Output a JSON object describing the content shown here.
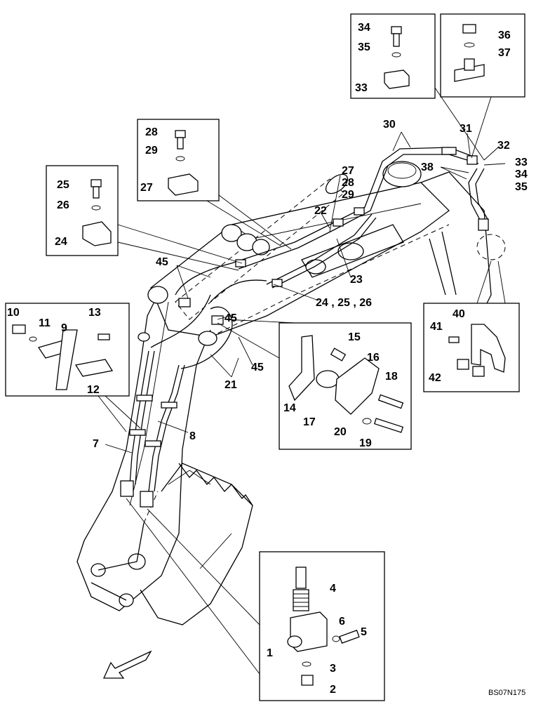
{
  "figure": {
    "part_numbers": [
      "1",
      "2",
      "3",
      "4",
      "5",
      "6",
      "7",
      "8",
      "9",
      "10",
      "11",
      "12",
      "13",
      "14",
      "15",
      "16",
      "17",
      "18",
      "19",
      "20",
      "21",
      "22",
      "23",
      "24",
      "25",
      "26",
      "27",
      "28",
      "29",
      "30",
      "31",
      "32",
      "33",
      "34",
      "35",
      "36",
      "37",
      "38",
      "40",
      "41",
      "42",
      "45"
    ],
    "callout_group": "24 , 25 , 26",
    "drawing_code": "BS07N175"
  }
}
